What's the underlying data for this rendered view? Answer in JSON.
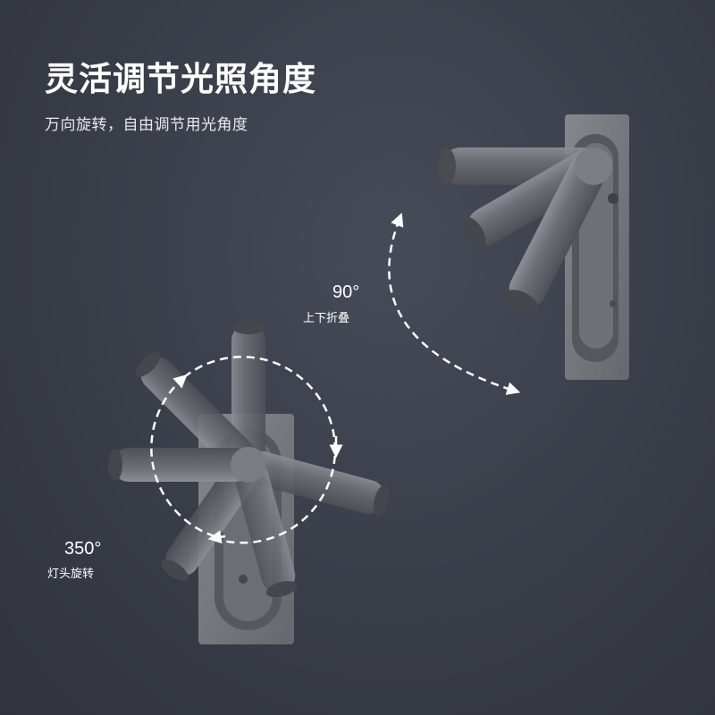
{
  "heading": {
    "title": "灵活调节光照角度",
    "subtitle": "万向旋转，自由调节用光角度"
  },
  "angles": {
    "tilt": {
      "degrees": "90°",
      "caption": "上下折叠"
    },
    "rotate": {
      "degrees": "350°",
      "caption": "灯头旋转"
    }
  },
  "colors": {
    "background": "#393d48",
    "metal": "#6e7077",
    "text": "#ffffff"
  }
}
